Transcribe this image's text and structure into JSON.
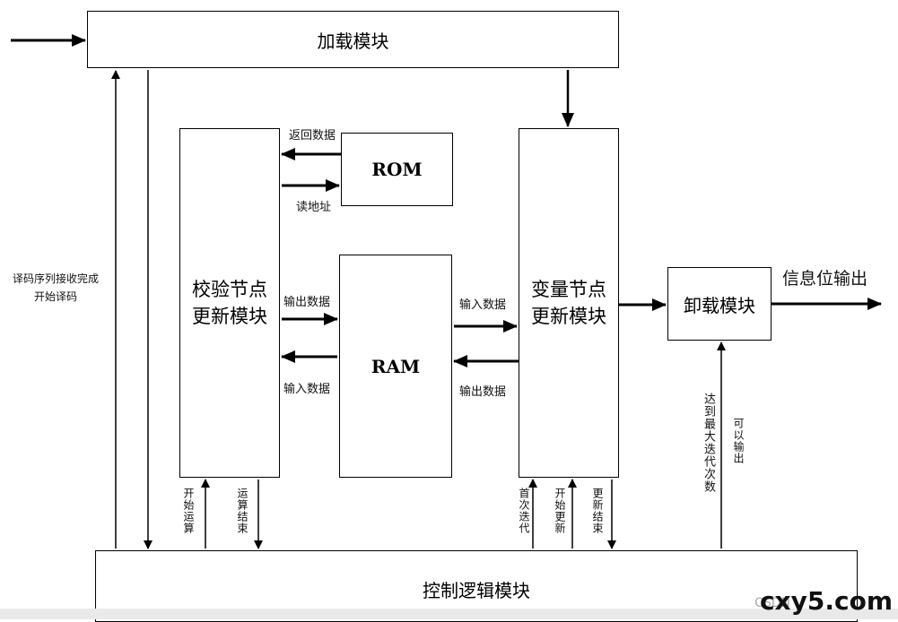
{
  "modules": {
    "load": "加载模块",
    "check_update": "校验节点\n更新模块",
    "rom": "ROM",
    "ram": "RAM",
    "variable_update": "变量节点\n更新模块",
    "unload": "卸载模块",
    "control": "控制逻辑模块"
  },
  "labels": {
    "return_data": "返回数据",
    "read_address": "读地址",
    "output_data_left": "输出数据",
    "input_data_left": "输入数据",
    "input_data_right": "输入数据",
    "output_data_right": "输出数据",
    "info_output": "信息位输出",
    "decode_start": "译码序列接收完成\n开始译码",
    "start_compute": "开始运算",
    "compute_end": "运算结束",
    "first_iter": "首次迭代",
    "start_update": "开始更新",
    "update_end": "更新结束",
    "max_iter": "达到最大迭代次数",
    "can_output": "可以输出"
  },
  "watermark": {
    "site": "cxy5.com",
    "csdn": "CSDN"
  }
}
